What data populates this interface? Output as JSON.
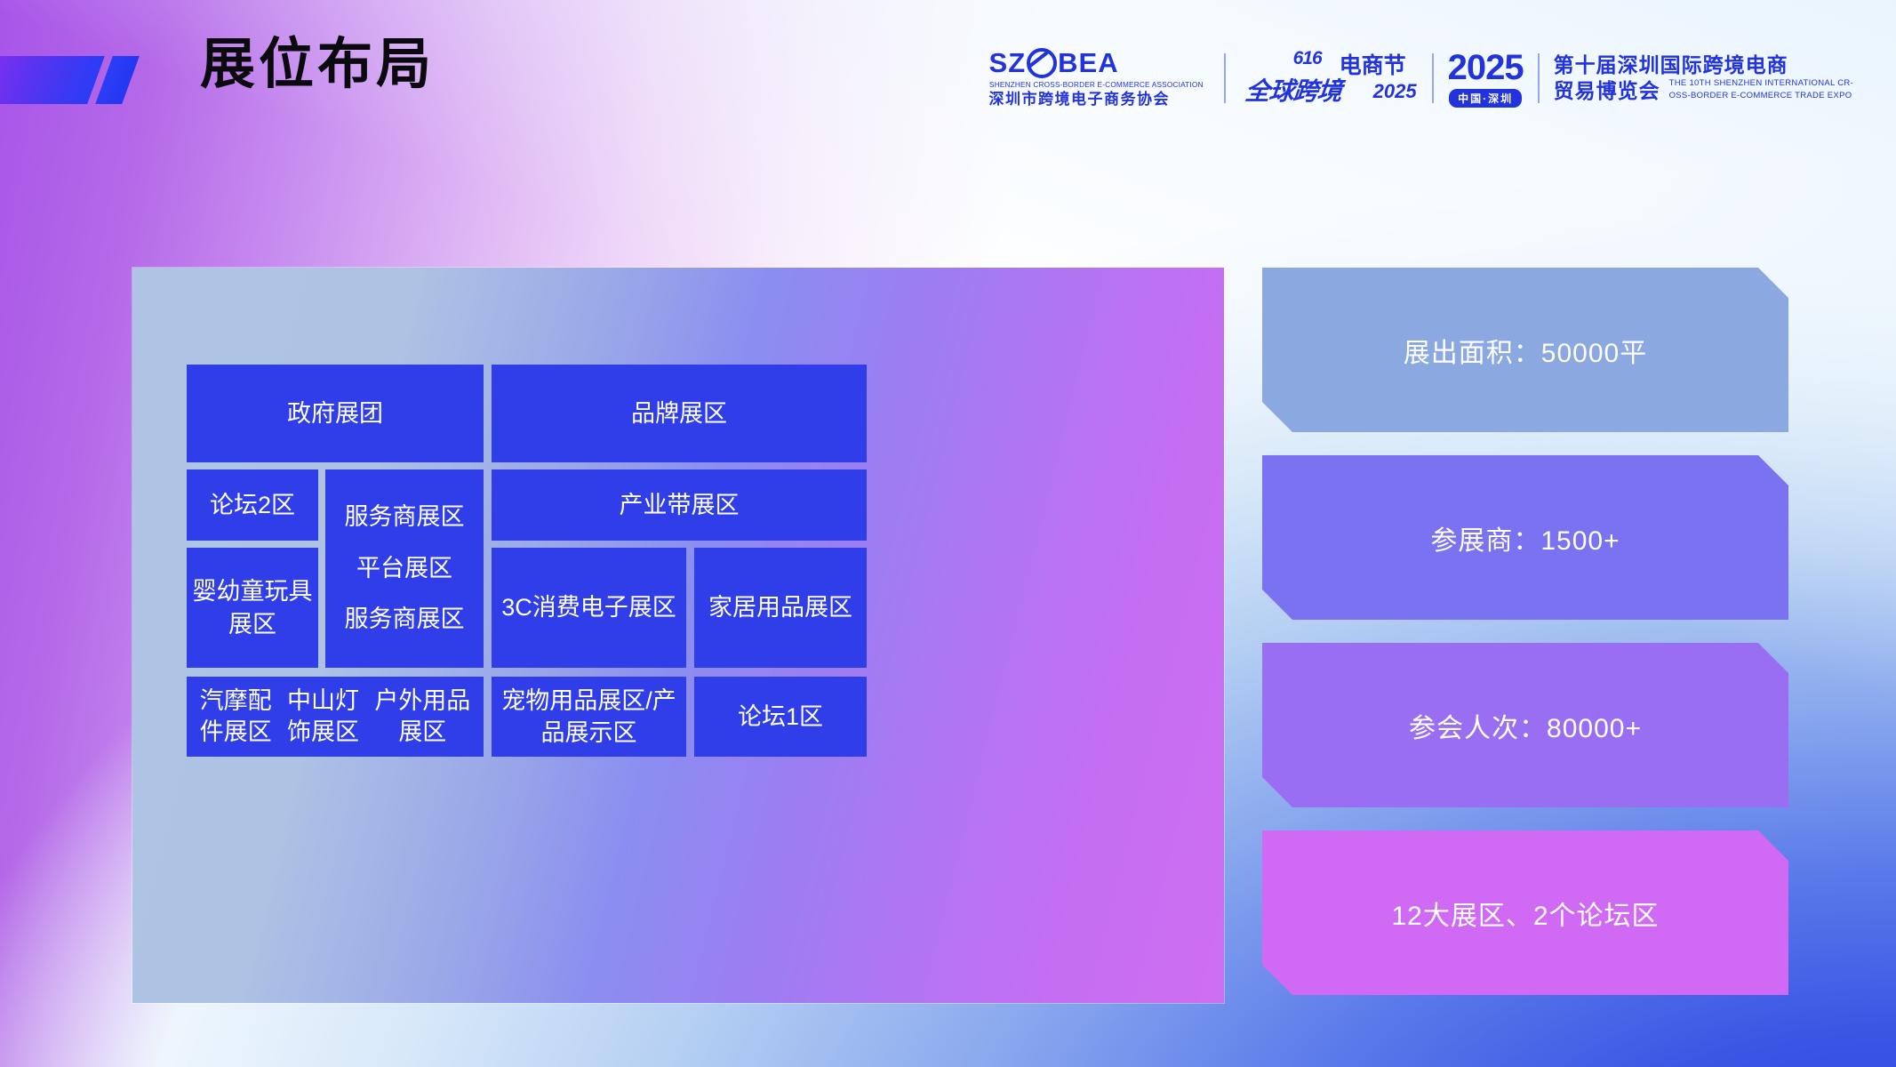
{
  "header": {
    "title": "展位布局",
    "brand": {
      "association": {
        "wordmark_left": "SZ",
        "wordmark_right": "BEA",
        "english": "SHENZHEN CROSS-BORDER E-COMMERCE ASSOCIATION",
        "chinese": "深圳市跨境电子商务协会"
      },
      "festival": {
        "date": "616",
        "top_line": "电商节",
        "bottom_line": "全球跨境",
        "year": "2025"
      },
      "year_badge": {
        "year": "2025",
        "location": "中国·深圳"
      },
      "expo": {
        "line1": "第十届深圳国际跨境电商",
        "line2": "贸易博览会",
        "english_line1": "THE 10TH SHENZHEN INTERNATIONAL CR-",
        "english_line2": "OSS-BORDER E-COMMERCE TRADE EXPO"
      }
    }
  },
  "floorplan": {
    "zones": {
      "government": "政府展团",
      "brand": "品牌展区",
      "forum2": "论坛2区",
      "service_stack": [
        "服务商展区",
        "平台展区",
        "服务商展区"
      ],
      "industry_belt": "产业带展区",
      "baby_toys": "婴幼童玩具展区",
      "electronics_3c": "3C消费电子展区",
      "home_goods": "家居用品展区",
      "bottom_split": [
        "汽摩配\n件展区",
        "中山灯\n饰展区",
        "户外用品\n展区"
      ],
      "pet_products": "宠物用品展区/产品展示区",
      "forum1": "论坛1区"
    }
  },
  "stats": {
    "cards": [
      {
        "label": "展出面积：50000平",
        "color": "#8ba8e0"
      },
      {
        "label": "参展商：1500+",
        "color": "#7a72f0"
      },
      {
        "label": "参会人次：80000+",
        "color": "#9a6ef2"
      },
      {
        "label": "12大展区、2个论坛区",
        "color": "#d069f4"
      }
    ]
  },
  "colors": {
    "zone_blue": "#2f3ee8",
    "brand_blue": "#2233dd",
    "title_black": "#0a0a0f",
    "panel_start": "#afc4e4",
    "panel_end": "#cf6ef2"
  }
}
